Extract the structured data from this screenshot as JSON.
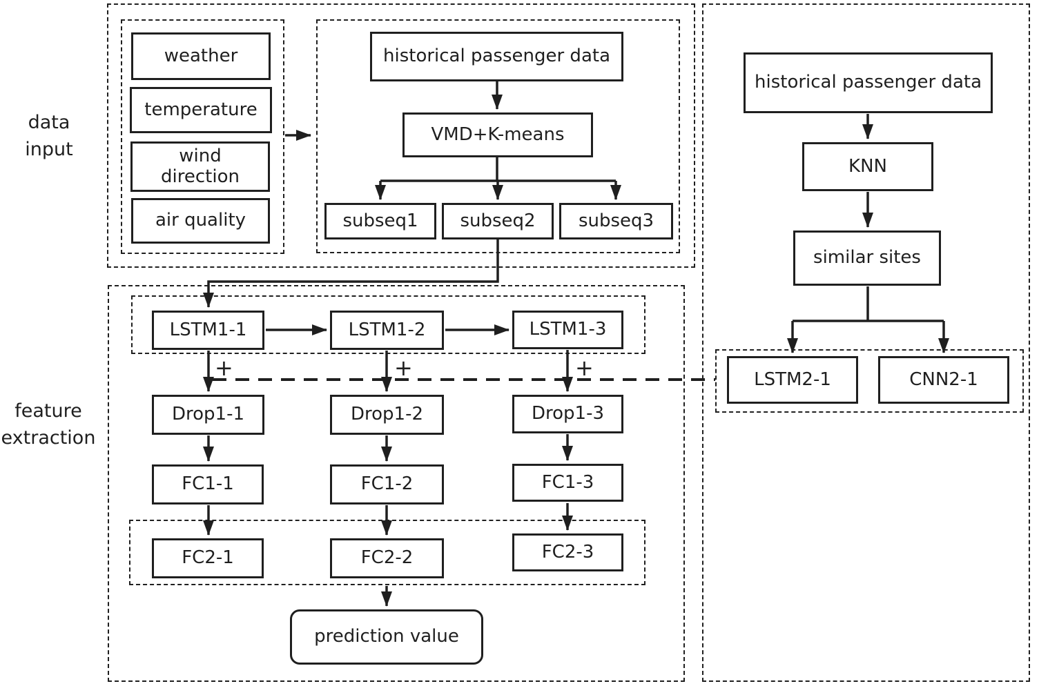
{
  "side_labels": {
    "data_input": [
      "data",
      "input"
    ],
    "feature_extraction": [
      "feature",
      "extraction"
    ]
  },
  "data_input_section": {
    "inputs": [
      "weather",
      "temperature",
      "wind direction",
      "air quality"
    ],
    "hist": "historical passenger data",
    "vmd": "VMD+K-means",
    "subseqs": [
      "subseq1",
      "subseq2",
      "subseq3"
    ]
  },
  "feature_extraction_section": {
    "lstm_row": [
      "LSTM1-1",
      "LSTM1-2",
      "LSTM1-3"
    ],
    "drop_row": [
      "Drop1-1",
      "Drop1-2",
      "Drop1-3"
    ],
    "fc1_row": [
      "FC1-1",
      "FC1-2",
      "FC1-3"
    ],
    "fc2_row": [
      "FC2-1",
      "FC2-2",
      "FC2-3"
    ],
    "plus": "+",
    "prediction": "prediction value"
  },
  "similar_sites_section": {
    "hist": "historical passenger data",
    "knn": "KNN",
    "similar": "similar sites",
    "branches": [
      "LSTM2-1",
      "CNN2-1"
    ]
  },
  "colors": {
    "line": "#1f1f1f",
    "background": "#ffffff"
  }
}
